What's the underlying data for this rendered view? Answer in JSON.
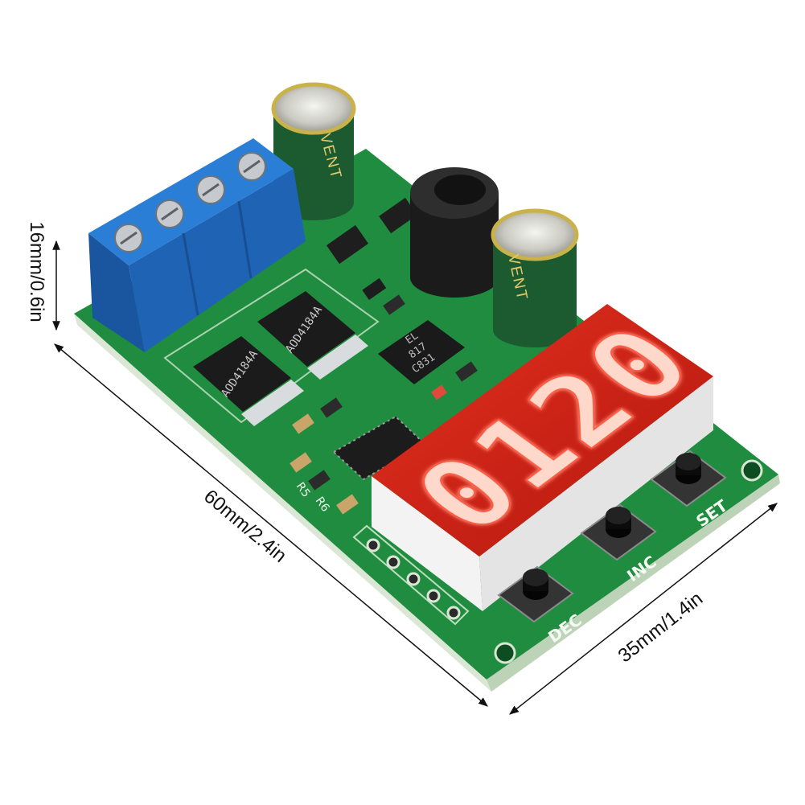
{
  "dimensions": {
    "height": "16mm/0.6in",
    "length": "60mm/2.4in",
    "width": "35mm/1.4in"
  },
  "display": {
    "reading": "0120"
  },
  "buttons": [
    {
      "label": "DEC"
    },
    {
      "label": "INC"
    },
    {
      "label": "SET"
    }
  ],
  "mosfets": [
    {
      "marking": "AOD4184A"
    },
    {
      "marking": "AOD4184A"
    }
  ],
  "optocoupler": {
    "marking": [
      "EL",
      "817",
      "C831"
    ]
  },
  "capacitors": [
    {
      "marking": "VENT"
    },
    {
      "marking": "VENT"
    }
  ],
  "silkscreen": {
    "resistor_labels": [
      "R5",
      "R6"
    ]
  },
  "colors": {
    "pcb": "#1f8c3f",
    "terminal_block": "#2b7ed6",
    "terminal_block_shade": "#1f63b4",
    "capacitor": "#1c5a30",
    "display_segments": "#ffd8cc",
    "text": "#111111"
  }
}
